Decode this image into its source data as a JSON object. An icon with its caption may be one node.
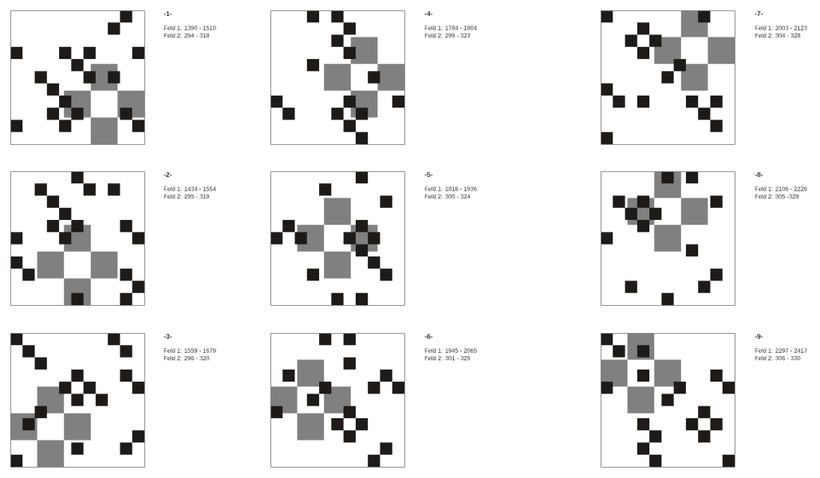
{
  "diagram": {
    "nodes": [
      {
        "text": [],
        "shape": "box",
        "beside": [
          "-1-",
          "Feld 1: 1390 - 1510",
          "Feld 2: 294 - 318"
        ]
      },
      {
        "text": [],
        "shape": "box",
        "beside": [
          "-2-",
          "Feld 1: 1434 - 1554",
          "Feld 2: 295 - 319"
        ]
      },
      {
        "text": [],
        "shape": "box",
        "beside": [
          "-3-",
          "Feld 1: 1559 - 1679",
          "Feld 2: 296 - 320"
        ]
      },
      {
        "text": [],
        "shape": "box",
        "beside": [
          "-4-",
          "Feld 1: 1784 - 1904",
          "Feld 2: 299 - 323"
        ]
      },
      {
        "text": [],
        "shape": "box",
        "beside": [
          "-5-",
          "Feld 1: 1816 - 1936",
          "Feld 2: 300 - 324"
        ]
      },
      {
        "text": [],
        "shape": "box",
        "beside": [
          "-6-",
          "Feld 1: 1945 - 2065",
          "Feld 2: 301 - 325"
        ]
      },
      {
        "text": [],
        "shape": "box",
        "beside": [
          "-7-",
          "Feld 1: 2003 - 2123",
          "Feld 2: 304 - 328"
        ]
      },
      {
        "text": [],
        "shape": "box",
        "beside": [
          "-8-",
          "Feld 1: 2106 - 2226",
          "Feld 2: 305 -329"
        ]
      },
      {
        "text": [],
        "shape": "box",
        "beside": [
          "-9-",
          "Feld 1: 2297 - 2417",
          "Feld 2: 306 - 330"
        ]
      }
    ]
  }
}
